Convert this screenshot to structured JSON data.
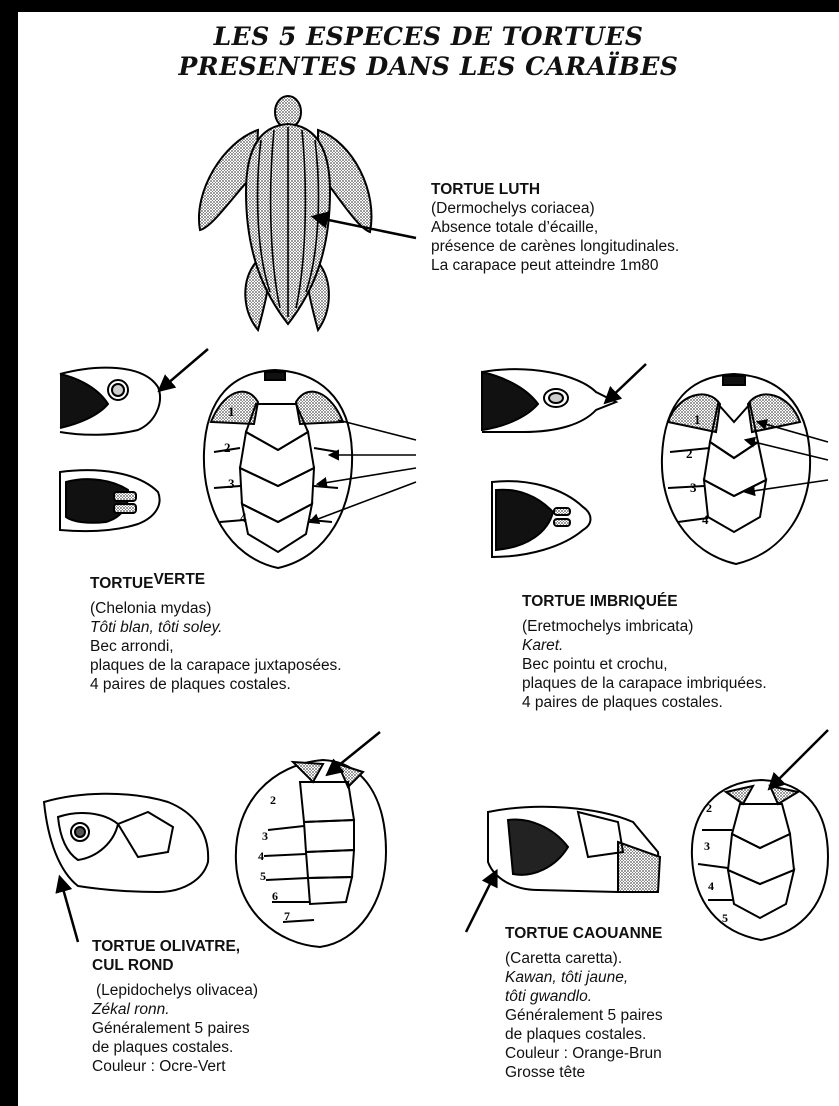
{
  "title": {
    "line1": "LES 5 ESPECES DE TORTUES",
    "line2": "PRESENTES DANS LES CARAÏBES"
  },
  "species": [
    {
      "name": "TORTUE LUTH",
      "latin": "(Dermochelys coriacea)",
      "lines": [
        "Absence totale d’écaille,",
        "présence de carènes longitudinales.",
        "La carapace peut atteindre 1m80"
      ]
    },
    {
      "name_prefix": "TORTUE",
      "name_suffix": "VERTE",
      "latin": "(Chelonia mydas)",
      "local": "Tôti blan, tôti soley.",
      "lines": [
        "Bec arrondi,",
        "plaques de la carapace juxtaposées.",
        "4 paires de plaques costales."
      ],
      "scute_numbers": [
        "1",
        "2",
        "3",
        "4"
      ]
    },
    {
      "name": "TORTUE IMBRIQUÉE",
      "latin": "(Eretmochelys imbricata)",
      "local": "Karet.",
      "lines": [
        "Bec pointu et crochu,",
        "plaques de la carapace imbriquées.",
        "4 paires de plaques costales."
      ],
      "scute_numbers": [
        "1",
        "2",
        "3",
        "4"
      ]
    },
    {
      "name_line1": "TORTUE OLIVATRE,",
      "name_line2": "CUL ROND",
      "latin": "(Lepidochelys olivacea)",
      "local": "Zékal ronn.",
      "lines": [
        "Généralement 5 paires",
        "de plaques costales.",
        "Couleur : Ocre-Vert"
      ],
      "scute_numbers": [
        "2",
        "3",
        "4",
        "5",
        "6",
        "7"
      ]
    },
    {
      "name": "TORTUE CAOUANNE",
      "latin": "(Caretta caretta).",
      "local_line1": "Kawan, tôti jaune,",
      "local_line2": "tôti gwandlo.",
      "lines": [
        "Généralement 5 paires",
        "de plaques costales.",
        "Couleur : Orange-Brun",
        "Grosse tête"
      ],
      "scute_numbers": [
        "2",
        "3",
        "4",
        "5"
      ]
    }
  ]
}
